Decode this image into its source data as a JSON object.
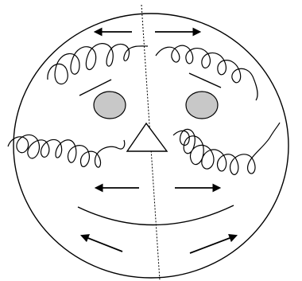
{
  "diagram": {
    "kind": "face-symmetry-sketch",
    "colors": {
      "stroke": "#000000",
      "background": "#ffffff",
      "eye_fill": "#c8c8c8"
    },
    "elements": [
      "face-outline",
      "midline",
      "top-left-arrow",
      "top-right-arrow",
      "left-hair-curls",
      "right-hair-curls",
      "left-eyebrow",
      "right-eyebrow",
      "left-eye",
      "right-eye",
      "nose-triangle",
      "left-cheek-curls",
      "right-cheek-curls",
      "left-mid-arrow",
      "right-mid-arrow",
      "mouth-arc",
      "left-lower-arrow",
      "right-lower-arrow"
    ]
  }
}
